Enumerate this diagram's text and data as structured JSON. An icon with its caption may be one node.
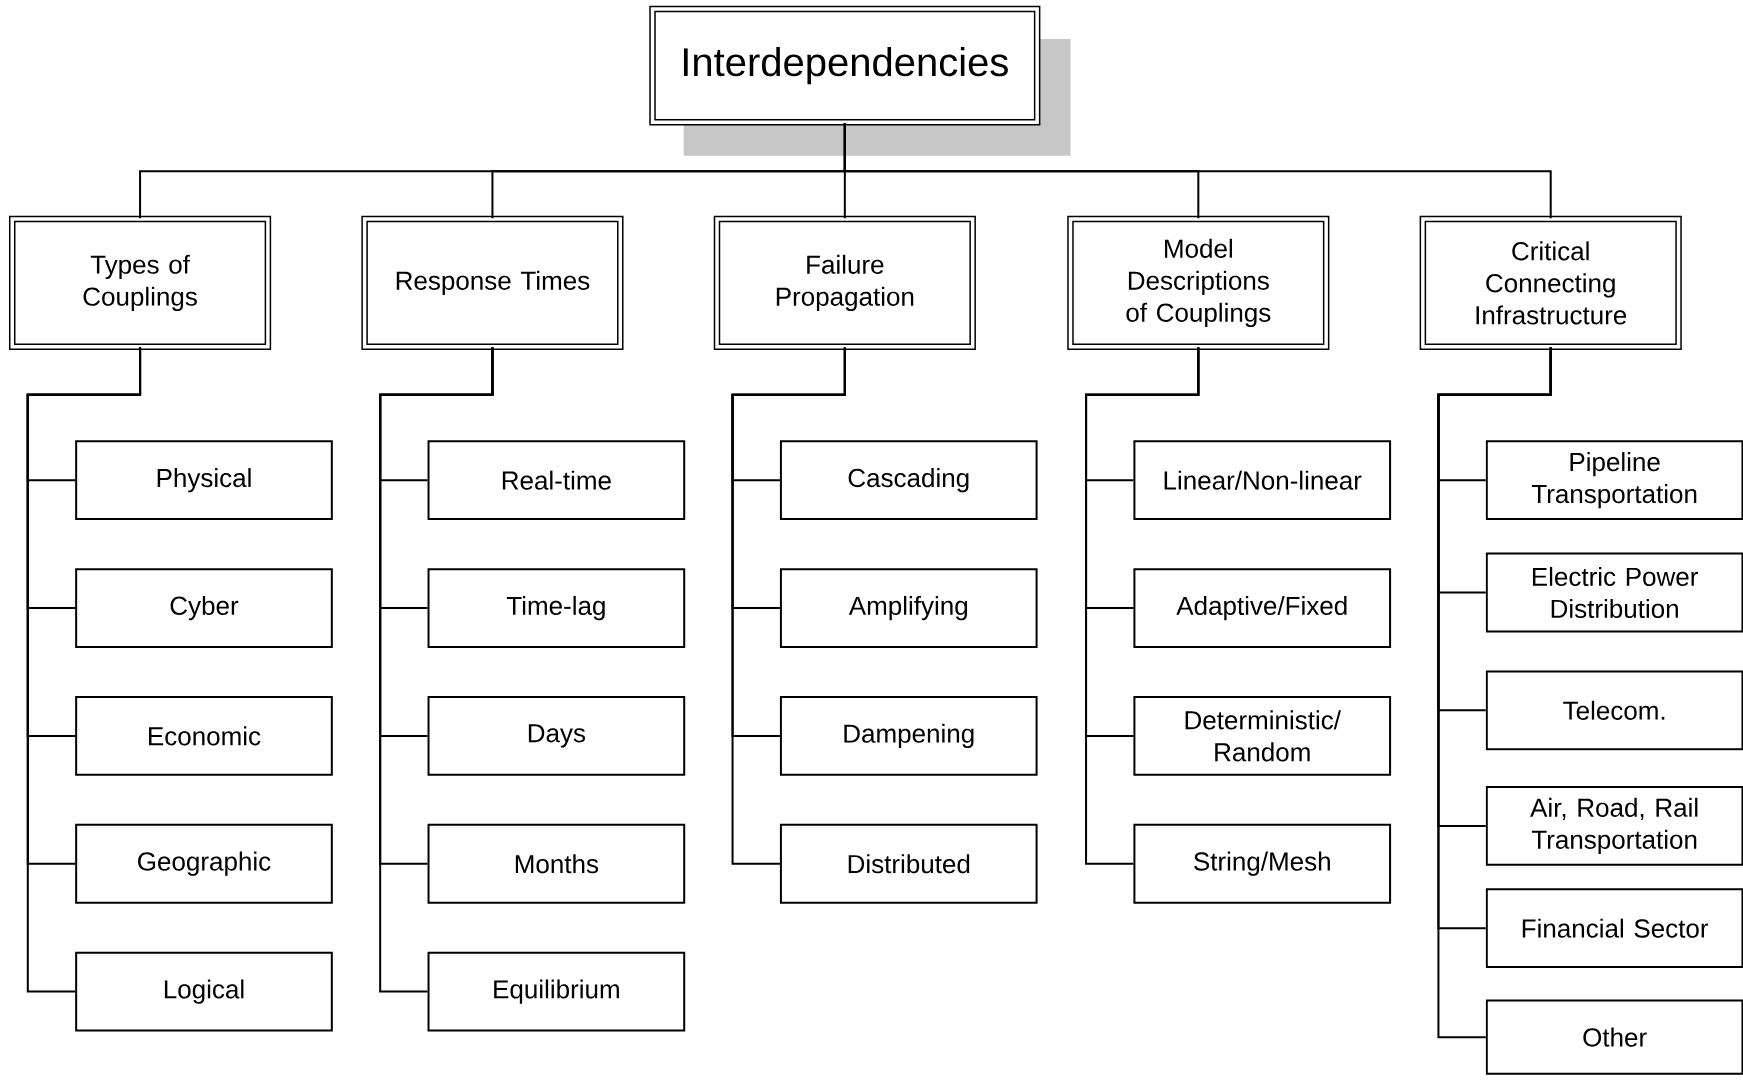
{
  "diagram": {
    "nodes": [
      {
        "text": [
          "Interdependencies"
        ]
      },
      {
        "text": [
          "Types of Couplings"
        ]
      },
      {
        "text": [
          "Physical"
        ]
      },
      {
        "text": [
          "Cyber"
        ]
      },
      {
        "text": [
          "Economic"
        ]
      },
      {
        "text": [
          "Geographic"
        ]
      },
      {
        "text": [
          "Logical"
        ]
      },
      {
        "text": [
          "Response Times"
        ]
      },
      {
        "text": [
          "Real-time"
        ]
      },
      {
        "text": [
          "Time-lag"
        ]
      },
      {
        "text": [
          "Days"
        ]
      },
      {
        "text": [
          "Months"
        ]
      },
      {
        "text": [
          "Equilibrium"
        ]
      },
      {
        "text": [
          "Failure Propagation"
        ]
      },
      {
        "text": [
          "Cascading"
        ]
      },
      {
        "text": [
          "Amplifying"
        ]
      },
      {
        "text": [
          "Dampening"
        ]
      },
      {
        "text": [
          "Distributed"
        ]
      },
      {
        "text": [
          "Model Descriptions of Couplings"
        ]
      },
      {
        "text": [
          "Linear/Non-linear"
        ]
      },
      {
        "text": [
          "Adaptive/Fixed"
        ]
      },
      {
        "text": [
          "Deterministic/ Random"
        ]
      },
      {
        "text": [
          "String/Mesh"
        ]
      },
      {
        "text": [
          "Critical Connecting Infrastructure"
        ]
      },
      {
        "text": [
          "Pipeline Transportation"
        ]
      },
      {
        "text": [
          "Electric Power Distribution"
        ]
      },
      {
        "text": [
          "Telecom."
        ]
      },
      {
        "text": [
          "Air, Road, Rail Transportation"
        ]
      },
      {
        "text": [
          "Financial Sector"
        ]
      },
      {
        "text": [
          "Other"
        ]
      }
    ],
    "edges": [
      {
        "from": 0,
        "to": 1,
        "arrow": "none"
      },
      {
        "from": 0,
        "to": 7,
        "arrow": "none"
      },
      {
        "from": 0,
        "to": 13,
        "arrow": "none"
      },
      {
        "from": 0,
        "to": 18,
        "arrow": "none"
      },
      {
        "from": 0,
        "to": 23,
        "arrow": "none"
      },
      {
        "from": 1,
        "to": 2,
        "arrow": "none"
      },
      {
        "from": 1,
        "to": 3,
        "arrow": "none"
      },
      {
        "from": 1,
        "to": 4,
        "arrow": "none"
      },
      {
        "from": 1,
        "to": 5,
        "arrow": "none"
      },
      {
        "from": 1,
        "to": 6,
        "arrow": "none"
      },
      {
        "from": 7,
        "to": 8,
        "arrow": "none"
      },
      {
        "from": 7,
        "to": 9,
        "arrow": "none"
      },
      {
        "from": 7,
        "to": 10,
        "arrow": "none"
      },
      {
        "from": 7,
        "to": 11,
        "arrow": "none"
      },
      {
        "from": 7,
        "to": 12,
        "arrow": "none"
      },
      {
        "from": 13,
        "to": 14,
        "arrow": "none"
      },
      {
        "from": 13,
        "to": 15,
        "arrow": "none"
      },
      {
        "from": 13,
        "to": 16,
        "arrow": "none"
      },
      {
        "from": 13,
        "to": 17,
        "arrow": "none"
      },
      {
        "from": 18,
        "to": 19,
        "arrow": "none"
      },
      {
        "from": 18,
        "to": 20,
        "arrow": "none"
      },
      {
        "from": 18,
        "to": 21,
        "arrow": "none"
      },
      {
        "from": 18,
        "to": 22,
        "arrow": "none"
      },
      {
        "from": 23,
        "to": 24,
        "arrow": "none"
      },
      {
        "from": 23,
        "to": 25,
        "arrow": "none"
      },
      {
        "from": 23,
        "to": 26,
        "arrow": "none"
      },
      {
        "from": 23,
        "to": 27,
        "arrow": "none"
      },
      {
        "from": 23,
        "to": 28,
        "arrow": "none"
      },
      {
        "from": 23,
        "to": 29,
        "arrow": "none"
      }
    ]
  }
}
